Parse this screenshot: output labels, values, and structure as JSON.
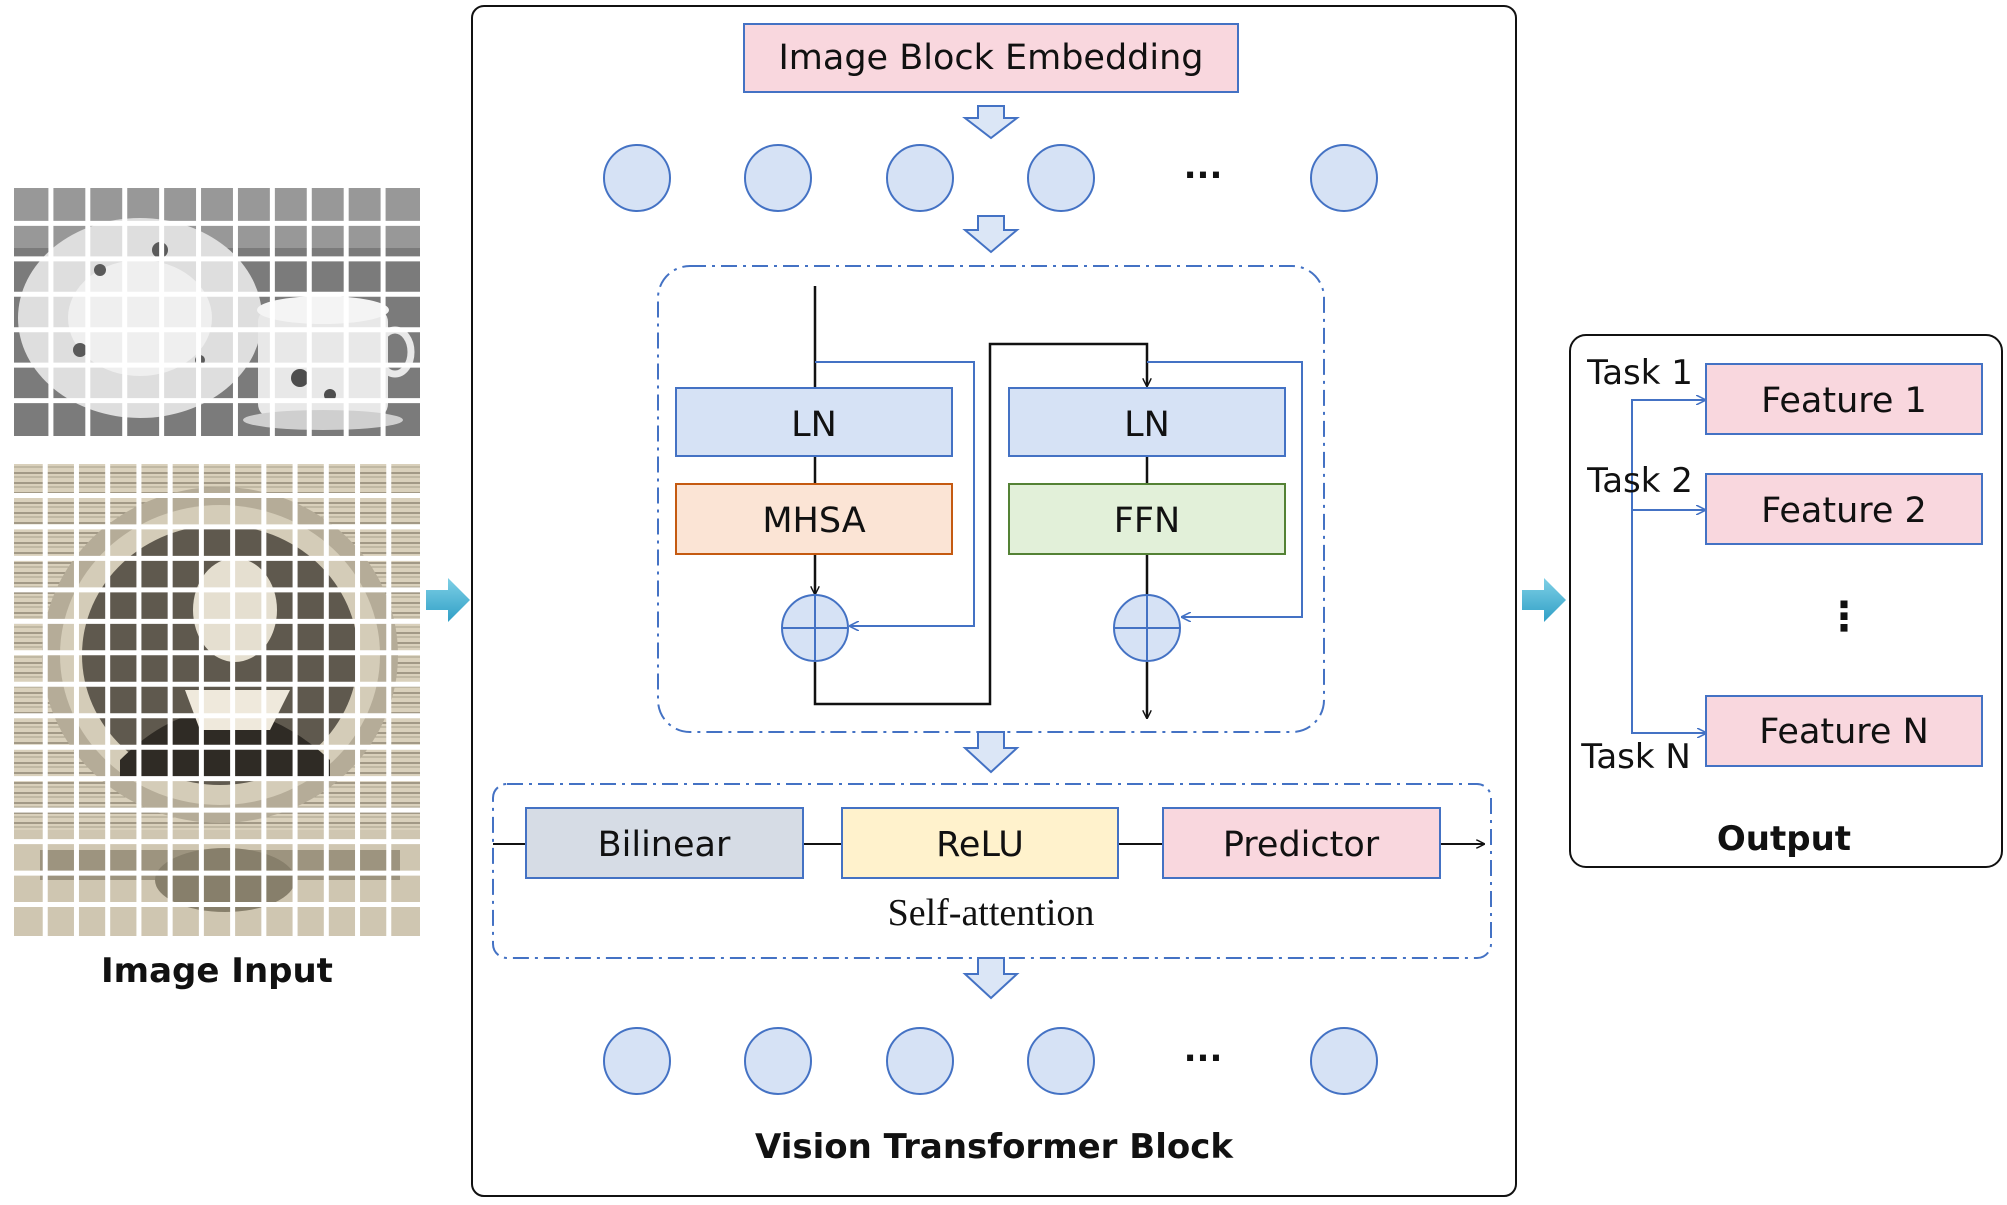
{
  "image_input": {
    "caption": "Image Input"
  },
  "vit": {
    "caption": "Vision Transformer Block",
    "embedding_label": "Image Block Embedding",
    "ellipsis_top": "...",
    "ellipsis_bottom": "...",
    "encoder": {
      "ln_left": "LN",
      "mhsa": "MHSA",
      "ln_right": "LN",
      "ffn": "FFN"
    },
    "head": {
      "bilinear": "Bilinear",
      "relu": "ReLU",
      "predictor": "Predictor",
      "self_attention": "Self-attention"
    }
  },
  "output": {
    "caption": "Output",
    "tasks": [
      {
        "task": "Task 1",
        "feature": "Feature 1"
      },
      {
        "task": "Task 2",
        "feature": "Feature 2"
      },
      {
        "task": "Task N",
        "feature": "Feature N"
      }
    ],
    "vertical_ellipsis": "⋮"
  },
  "colors": {
    "embedding_fill": "#f9d7de",
    "token_fill": "#d6e2f5",
    "ln_fill": "#d6e2f5",
    "mhsa_fill": "#fbe4d5",
    "ffn_fill": "#e2f0d9",
    "bilinear_fill": "#d6dce5",
    "relu_fill": "#fff2cc",
    "predictor_fill": "#f9d7de",
    "accent_blue": "#4472c4",
    "flow_arrow": "#4bb3d6"
  }
}
